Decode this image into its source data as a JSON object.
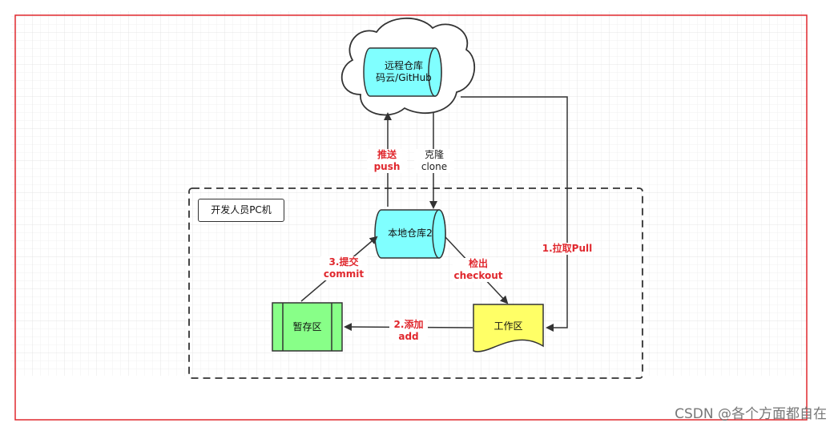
{
  "remote_repo": {
    "line1": "远程仓库",
    "line2": "码云/GitHub"
  },
  "local_repo": {
    "label": "本地仓库2"
  },
  "pc_label": "开发人员PC机",
  "staging": {
    "label": "暂存区"
  },
  "workspace": {
    "label": "工作区"
  },
  "edges": {
    "push": {
      "line1": "推送",
      "line2": "push"
    },
    "clone": {
      "line1": "克隆",
      "line2": "clone"
    },
    "pull": {
      "line1": "1.拉取Pull"
    },
    "checkout": {
      "line1": "检出",
      "line2": "checkout"
    },
    "add": {
      "line1": "2.添加",
      "line2": "add"
    },
    "commit": {
      "line1": "3.提交",
      "line2": "commit"
    }
  },
  "colors": {
    "grid": "#eeeeee",
    "frame": "#e0282e",
    "cyan": "#80ffff",
    "green": "#88ff88",
    "yellow": "#ffff66",
    "red_text": "#e0282e"
  },
  "watermark": "CSDN @各个方面都自在"
}
